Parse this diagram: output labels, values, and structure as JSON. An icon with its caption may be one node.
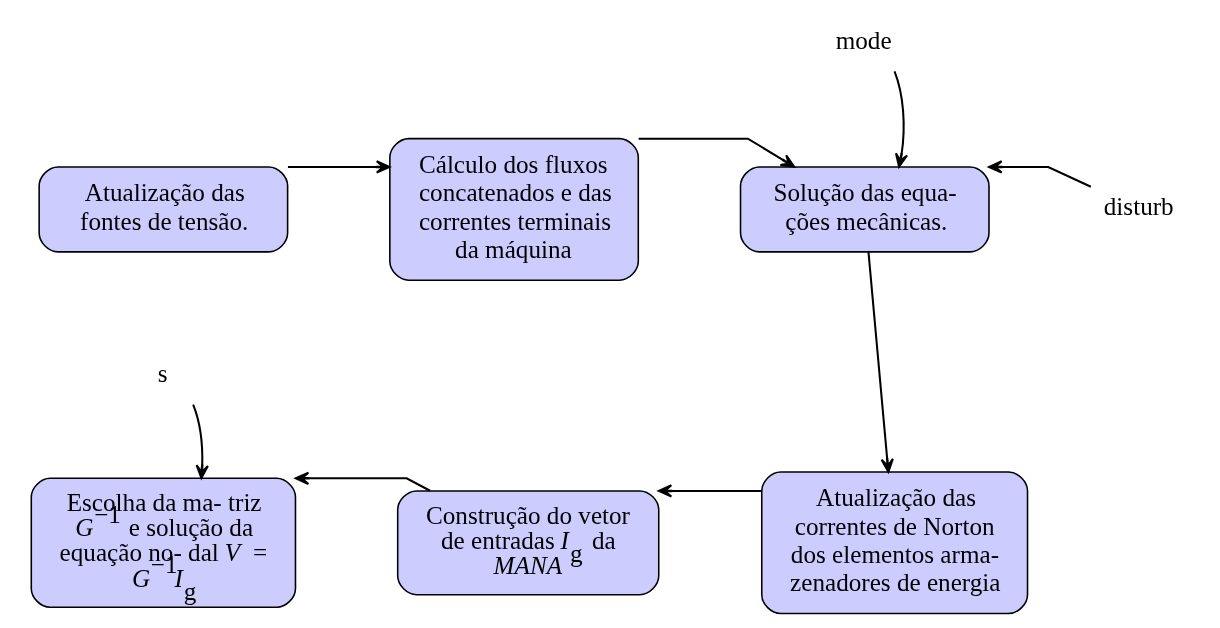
{
  "diagram": {
    "nodes": [
      {
        "text": [
          "Atualização das fontes de tensão."
        ]
      },
      {
        "text": [
          "Cálculo dos fluxos concatenados e das correntes terminais da máquina"
        ]
      },
      {
        "text": [
          "Solução das equa- ções mecânicas."
        ]
      },
      {
        "text": [
          "Atualização das correntes de Norton dos elementos arma- zenadores de energia"
        ]
      },
      {
        "text": [
          "Construção do vetor de entradas *I*$_{g}$ da *MANA*"
        ]
      },
      {
        "text": [
          "Escolha da ma- triz *G*$^{−1}$ e solução da equação no- dal *V* = *G*$^{−1}$*I*$_{g}$"
        ]
      },
      {
        "text": [
          "mode"
        ]
      },
      {
        "text": [
          "disturb"
        ]
      },
      {
        "text": [
          "s"
        ]
      }
    ],
    "edges": [
      {
        "from": 0,
        "to": 1,
        "arrow": "to"
      },
      {
        "from": 1,
        "to": 2,
        "arrow": "to"
      },
      {
        "from": 6,
        "to": 2,
        "arrow": "to"
      },
      {
        "from": 7,
        "to": 2,
        "arrow": "to"
      },
      {
        "from": 2,
        "to": 3,
        "arrow": "to"
      },
      {
        "from": 3,
        "to": 4,
        "arrow": "to"
      },
      {
        "from": 4,
        "to": 5,
        "arrow": "to"
      },
      {
        "from": 8,
        "to": 5,
        "arrow": "to"
      }
    ]
  }
}
